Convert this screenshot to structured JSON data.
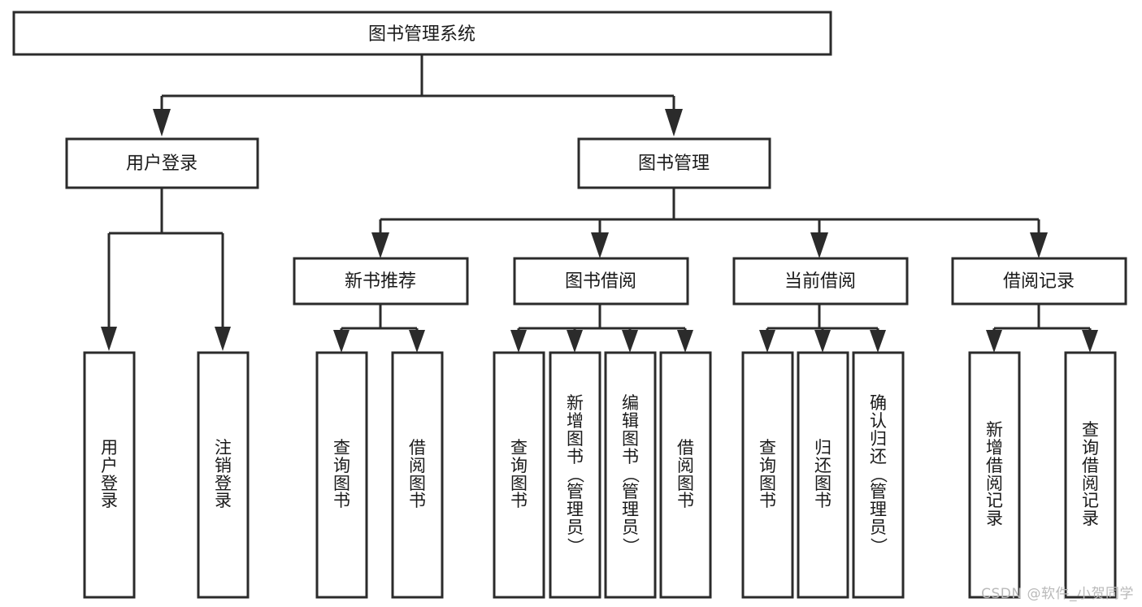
{
  "diagram": {
    "title": "图书管理系统",
    "type": "hierarchy-tree",
    "orientation": "top-down",
    "colors": {
      "box_stroke": "#2b2b2b",
      "box_fill": "#ffffff",
      "text": "#1a1a1a",
      "background": "#ffffff",
      "watermark": "#b9b9b9"
    },
    "root": {
      "label": "图书管理系统"
    },
    "level2": [
      {
        "label": "用户登录"
      },
      {
        "label": "图书管理"
      }
    ],
    "level3": [
      {
        "label": "新书推荐"
      },
      {
        "label": "图书借阅"
      },
      {
        "label": "当前借阅"
      },
      {
        "label": "借阅记录"
      }
    ],
    "leaves": {
      "user_login": [
        {
          "label": "用户登录",
          "chars": [
            "用",
            "户",
            "登",
            "录"
          ]
        },
        {
          "label": "注销登录",
          "chars": [
            "注",
            "销",
            "登",
            "录"
          ]
        }
      ],
      "new_book_recommend": [
        {
          "label": "查询图书",
          "chars": [
            "查",
            "询",
            "图",
            "书"
          ]
        },
        {
          "label": "借阅图书",
          "chars": [
            "借",
            "阅",
            "图",
            "书"
          ]
        }
      ],
      "book_borrow": [
        {
          "label": "查询图书",
          "chars": [
            "查",
            "询",
            "图",
            "书"
          ]
        },
        {
          "label": "新增图书（管理员）",
          "chars": [
            "新",
            "增",
            "图",
            "书",
            "（",
            "管",
            "理",
            "员",
            "）"
          ]
        },
        {
          "label": "编辑图书（管理员）",
          "chars": [
            "编",
            "辑",
            "图",
            "书",
            "（",
            "管",
            "理",
            "员",
            "）"
          ]
        },
        {
          "label": "借阅图书",
          "chars": [
            "借",
            "阅",
            "图",
            "书"
          ]
        }
      ],
      "current_borrow": [
        {
          "label": "查询图书",
          "chars": [
            "查",
            "询",
            "图",
            "书"
          ]
        },
        {
          "label": "归还图书",
          "chars": [
            "归",
            "还",
            "图",
            "书"
          ]
        },
        {
          "label": "确认归还（管理员）",
          "chars": [
            "确",
            "认",
            "归",
            "还",
            "（",
            "管",
            "理",
            "员",
            "）"
          ]
        }
      ],
      "borrow_record": [
        {
          "label": "新增借阅记录",
          "chars": [
            "新",
            "增",
            "借",
            "阅",
            "记",
            "录"
          ]
        },
        {
          "label": "查询借阅记录",
          "chars": [
            "查",
            "询",
            "借",
            "阅",
            "记",
            "录"
          ]
        }
      ]
    },
    "watermark": "CSDN @软件_小贺同学"
  }
}
